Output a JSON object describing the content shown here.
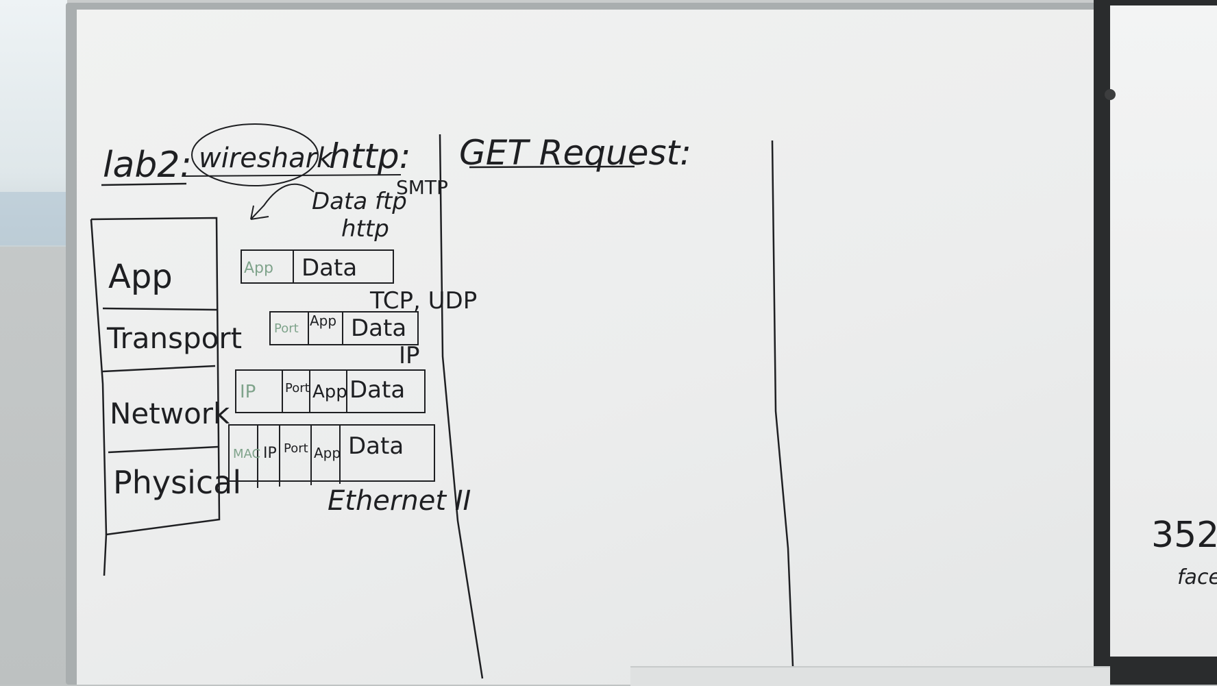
{
  "board": {
    "title_lab": "lab2:",
    "title_tool": "wireshark",
    "title_protocol": "http:",
    "get_request": "GET Request:"
  },
  "layers": [
    "App",
    "Transport",
    "Network",
    "Physical"
  ],
  "annotations": {
    "data_ftp": "Data ftp",
    "smtp": "SMTP",
    "http": "http",
    "tcp_udp": "TCP, UDP",
    "ip": "IP",
    "ethernet": "Ethernet II"
  },
  "packets": {
    "app": {
      "header_labels": [
        "App"
      ],
      "data": "Data"
    },
    "transport": {
      "header_labels": [
        "Port",
        "App"
      ],
      "data": "Data"
    },
    "network": {
      "header_labels": [
        "IP",
        "Port",
        "App"
      ],
      "data": "Data"
    },
    "physical": {
      "header_labels": [
        "MAC",
        "IP",
        "Port",
        "App"
      ],
      "data": "Data"
    }
  },
  "right_board": {
    "number": "352",
    "word": "face"
  },
  "colors": {
    "ink": "#1e1f22",
    "green_ink": "#7fa38b",
    "board": "#eceded"
  }
}
